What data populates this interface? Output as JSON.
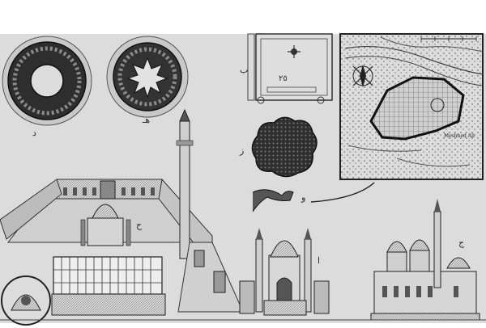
{
  "plate": {
    "background": "#ffffff",
    "paper": "#dcdcdc",
    "ink": "#2a2a2a"
  },
  "labels": {
    "coin_left": "د",
    "coin_right": "هـ",
    "plan_b": "ب",
    "plan_number": "٢٥",
    "blob": "ز",
    "dragon": "و",
    "mosque_center": "ا",
    "courtyard_mark": "ح",
    "mosque_right": "ج"
  },
  "map": {
    "caption": "Meshhed Ali"
  }
}
